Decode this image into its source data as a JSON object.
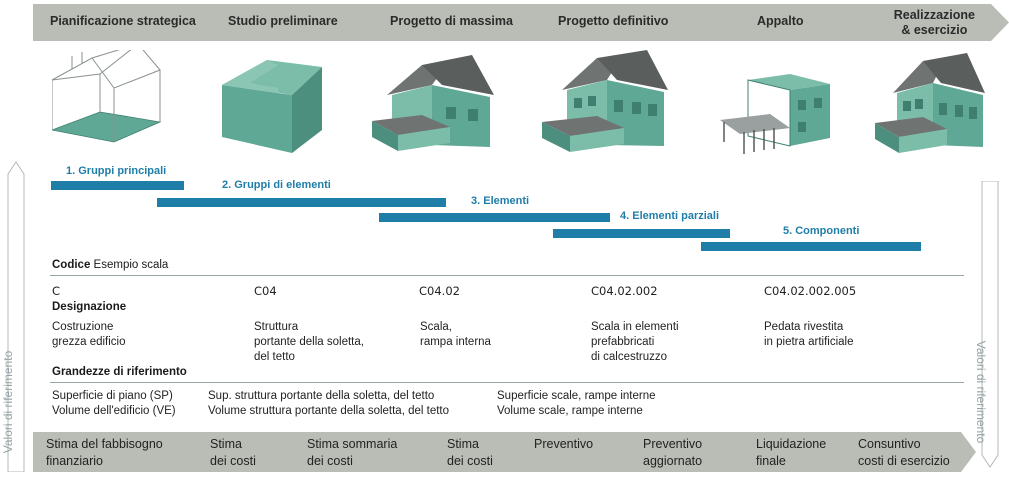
{
  "phases": [
    "Pianificazione strategica",
    "Studio preliminare",
    "Progetto di massima",
    "Progetto definitivo",
    "Appalto",
    "Realizzazione\n& esercizio"
  ],
  "groups": [
    "1. Gruppi principali",
    "2. Gruppi di elementi",
    "3. Elementi",
    "4. Elementi parziali",
    "5. Componenti"
  ],
  "codice_header": {
    "bold": "Codice",
    "rest": "Esempio scala"
  },
  "codes": [
    "C",
    "C04",
    "C04.02",
    "C04.02.002",
    "C04.02.002.005"
  ],
  "designazione_header": "Designazione",
  "designazioni": [
    "Costruzione\ngrezza edificio",
    "Struttura\nportante della soletta,\ndel tetto",
    "Scala,\nrampa interna",
    "Scala in elementi\nprefabbricati\ndi calcestruzzo",
    "Pedata rivestita\nin pietra artificiale"
  ],
  "grandezze_header": "Grandezze di riferimento",
  "grandezze": [
    "Superficie di piano (SP)\nVolume dell'edificio (VE)",
    "Sup. struttura portante della soletta, del tetto\nVolume struttura portante della soletta, del tetto",
    "Superficie scale, rampe interne\nVolume scale, rampe interne"
  ],
  "stages": [
    "Stima del fabbisogno\nfinanziario",
    "Stima\ndei costi",
    "Stima sommaria\ndei costi",
    "Stima\ndei costi",
    "Preventivo",
    "Preventivo\naggiornato",
    "Liquidazione\nfinale",
    "Consuntivo\ncosti di esercizio"
  ],
  "side_label": "Valori di riferimento",
  "colors": {
    "accent": "#1f7ea8",
    "band": "#b7bcb6",
    "building": "#5fa896",
    "roof": "#6f7472"
  }
}
